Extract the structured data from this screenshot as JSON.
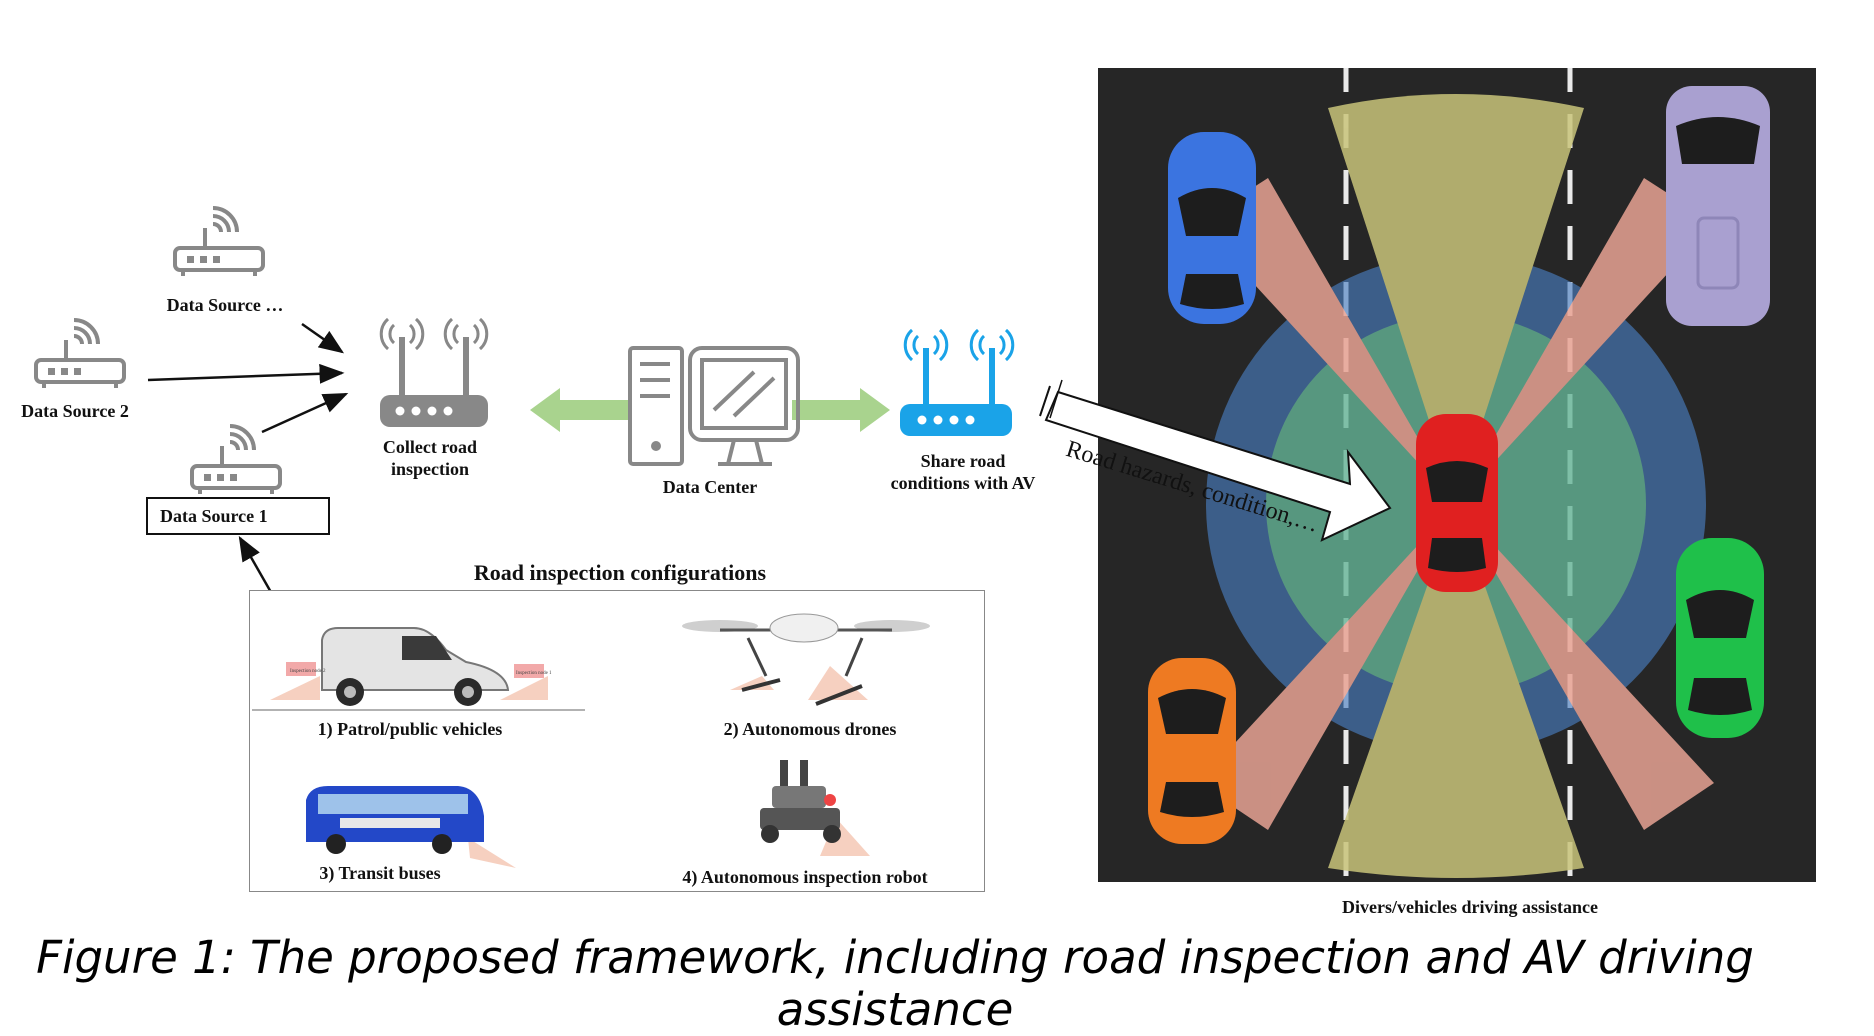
{
  "nodes": {
    "data_source_dots": "Data Source …",
    "data_source_2": "Data Source 2",
    "data_source_1": "Data Source 1",
    "collect_line1": "Collect road",
    "collect_line2": "inspection",
    "data_center": "Data Center",
    "share_line1": "Share road",
    "share_line2": "conditions with AV"
  },
  "arrow_label": "Road hazards, condition,…",
  "configurations": {
    "title": "Road inspection configurations",
    "items": [
      "1) Patrol/public vehicles",
      "2) Autonomous drones",
      "3) Transit buses",
      "4) Autonomous inspection robot"
    ],
    "van_tags": [
      "Inspection node 2",
      "Inspection node 1"
    ]
  },
  "road_caption": "Divers/vehicles driving assistance",
  "figure_caption": "Figure 1: The proposed framework, including road inspection and AV driving assistance",
  "colors": {
    "router_gray": "#888888",
    "router_blue": "#1aa3e8",
    "green_arrow": "#a9d38e",
    "road": "#262626",
    "sensor_yellow": "#c9c47a",
    "sensor_pink": "#e8a394",
    "sensor_blue": "#4a7fc1",
    "sensor_green": "#6cc28c",
    "car_red": "#e02020",
    "car_blue": "#3b74e0",
    "car_purple": "#a9a0d0",
    "car_green": "#1fc04a",
    "car_orange": "#ee7a22"
  }
}
